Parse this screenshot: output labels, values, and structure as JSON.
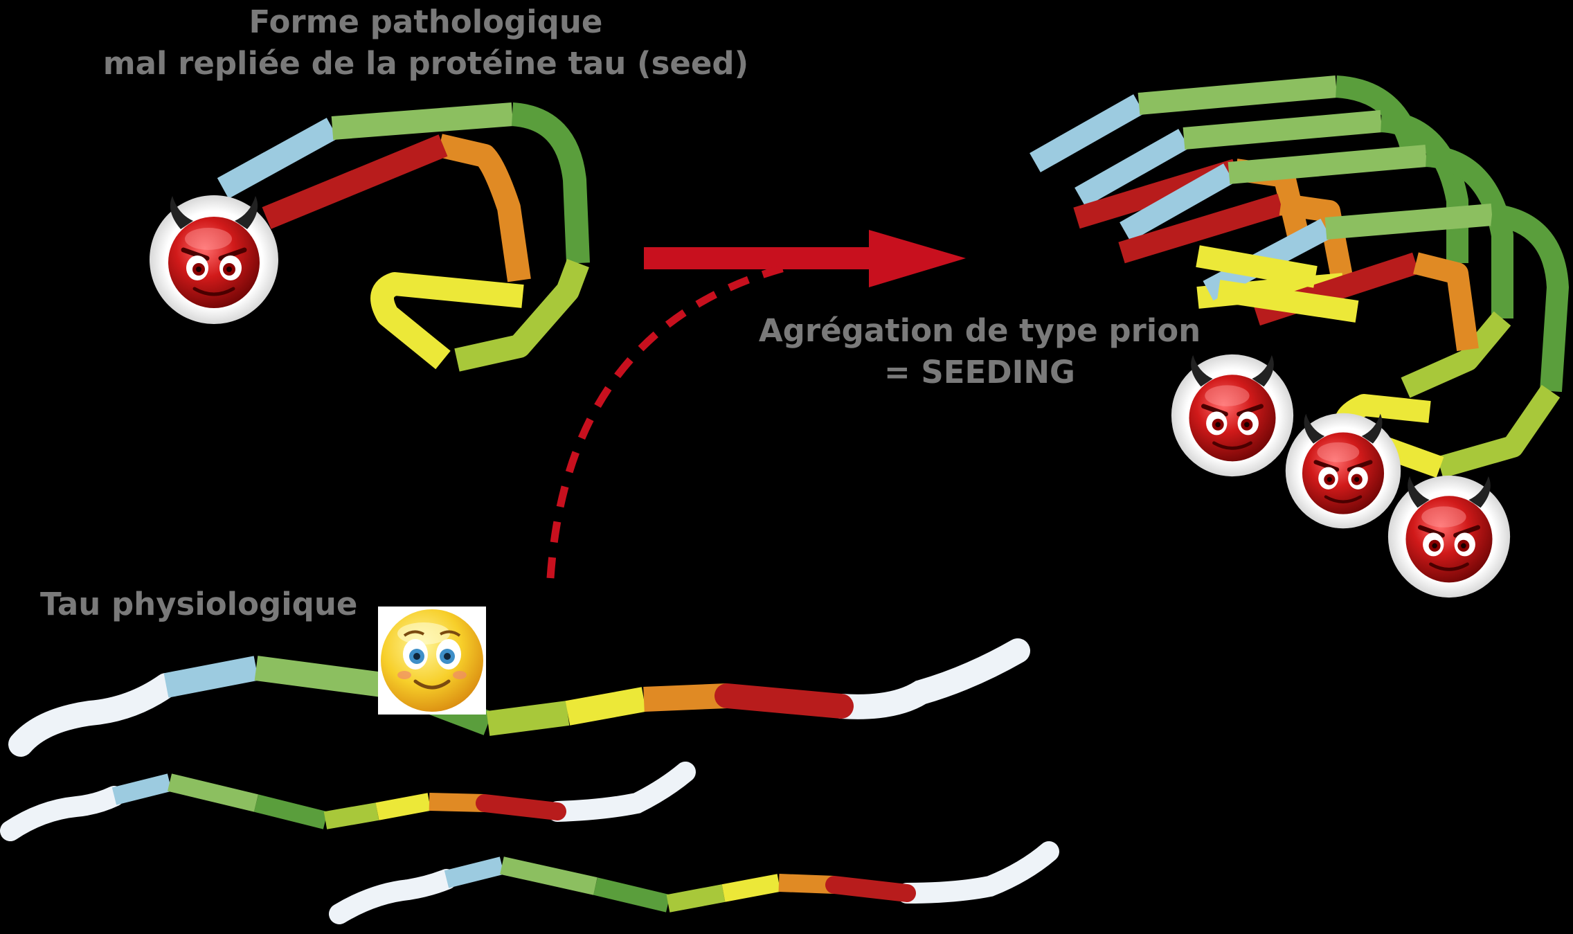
{
  "labels": {
    "seed_line1": "Forme pathologique",
    "seed_line2": "mal repliée de la protéine tau (seed)",
    "aggregation_line1": "Agrégation de type prion",
    "aggregation_line2": "= SEEDING",
    "physiological": "Tau physiologique"
  },
  "colors": {
    "background": "#000000",
    "text": "#7a7a7a",
    "segment_blue": "#9ccbe0",
    "segment_light_green": "#8cbf60",
    "segment_dark_green": "#5a9e3c",
    "segment_lime": "#a8c83a",
    "segment_yellow": "#ece838",
    "segment_orange": "#e08a24",
    "segment_red": "#b81c1c",
    "arrow": "#c8101e",
    "tail_white": "#eef3f8"
  },
  "icons": {
    "seed_face": "devil-face-icon",
    "aggregate_faces": "devil-face-icon",
    "physiological_face": "smiley-face-icon"
  }
}
